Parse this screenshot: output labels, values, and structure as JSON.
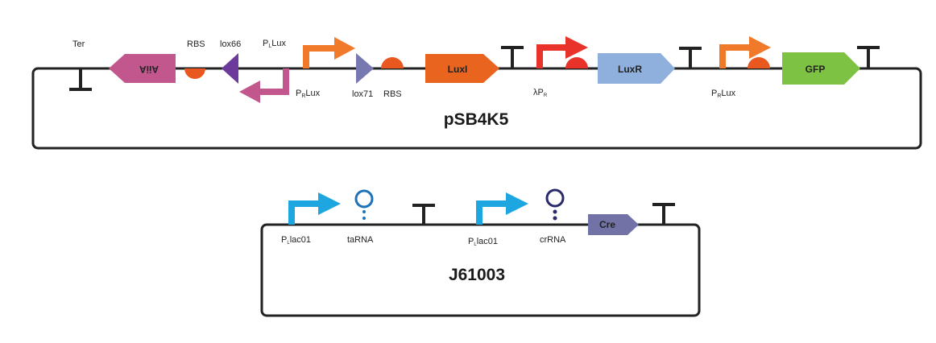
{
  "plasmids": [
    {
      "name": "pSB4K5",
      "parts": {
        "ter_top_label": "Ter",
        "aiia": "AiiA",
        "rbs1": "RBS",
        "lox66": "lox66",
        "promoter_l": "PLLux",
        "promoter_l_main": "P",
        "promoter_l_sub": "L",
        "promoter_l_tail": "Lux",
        "promoter_r1_main": "P",
        "promoter_r1_sub": "R",
        "promoter_r1_tail": "Lux",
        "lox71": "lox71",
        "rbs2": "RBS",
        "luxi": "LuxI",
        "lambda_main": "λP",
        "lambda_sub": "R",
        "luxr": "LuxR",
        "promoter_r2_main": "P",
        "promoter_r2_sub": "R",
        "promoter_r2_tail": "Lux",
        "gfp": "GFP"
      }
    },
    {
      "name": "J61003",
      "parts": {
        "plac1_main": "P",
        "plac1_sub": "L",
        "plac1_tail": "lac01",
        "tarna": "taRNA",
        "plac2_main": "P",
        "plac2_sub": "L",
        "plac2_tail": "lac01",
        "crrna": "crRNA",
        "cre": "Cre"
      }
    }
  ],
  "colors": {
    "backbone": "#222222",
    "aiia": "#c2578d",
    "rbs": "#e8581f",
    "lox66": "#6b3a9a",
    "promoter_orange": "#f07a2a",
    "reverse_promoter": "#c2578d",
    "lox71": "#7778b0",
    "luxi": "#e8641f",
    "lambda_promoter": "#e8322a",
    "luxr": "#8fb0dd",
    "gfp": "#7dc242",
    "plac": "#1ea6e0",
    "tarna": "#1e72b8",
    "crrna": "#2a2a6a",
    "cre": "#7272a6"
  }
}
